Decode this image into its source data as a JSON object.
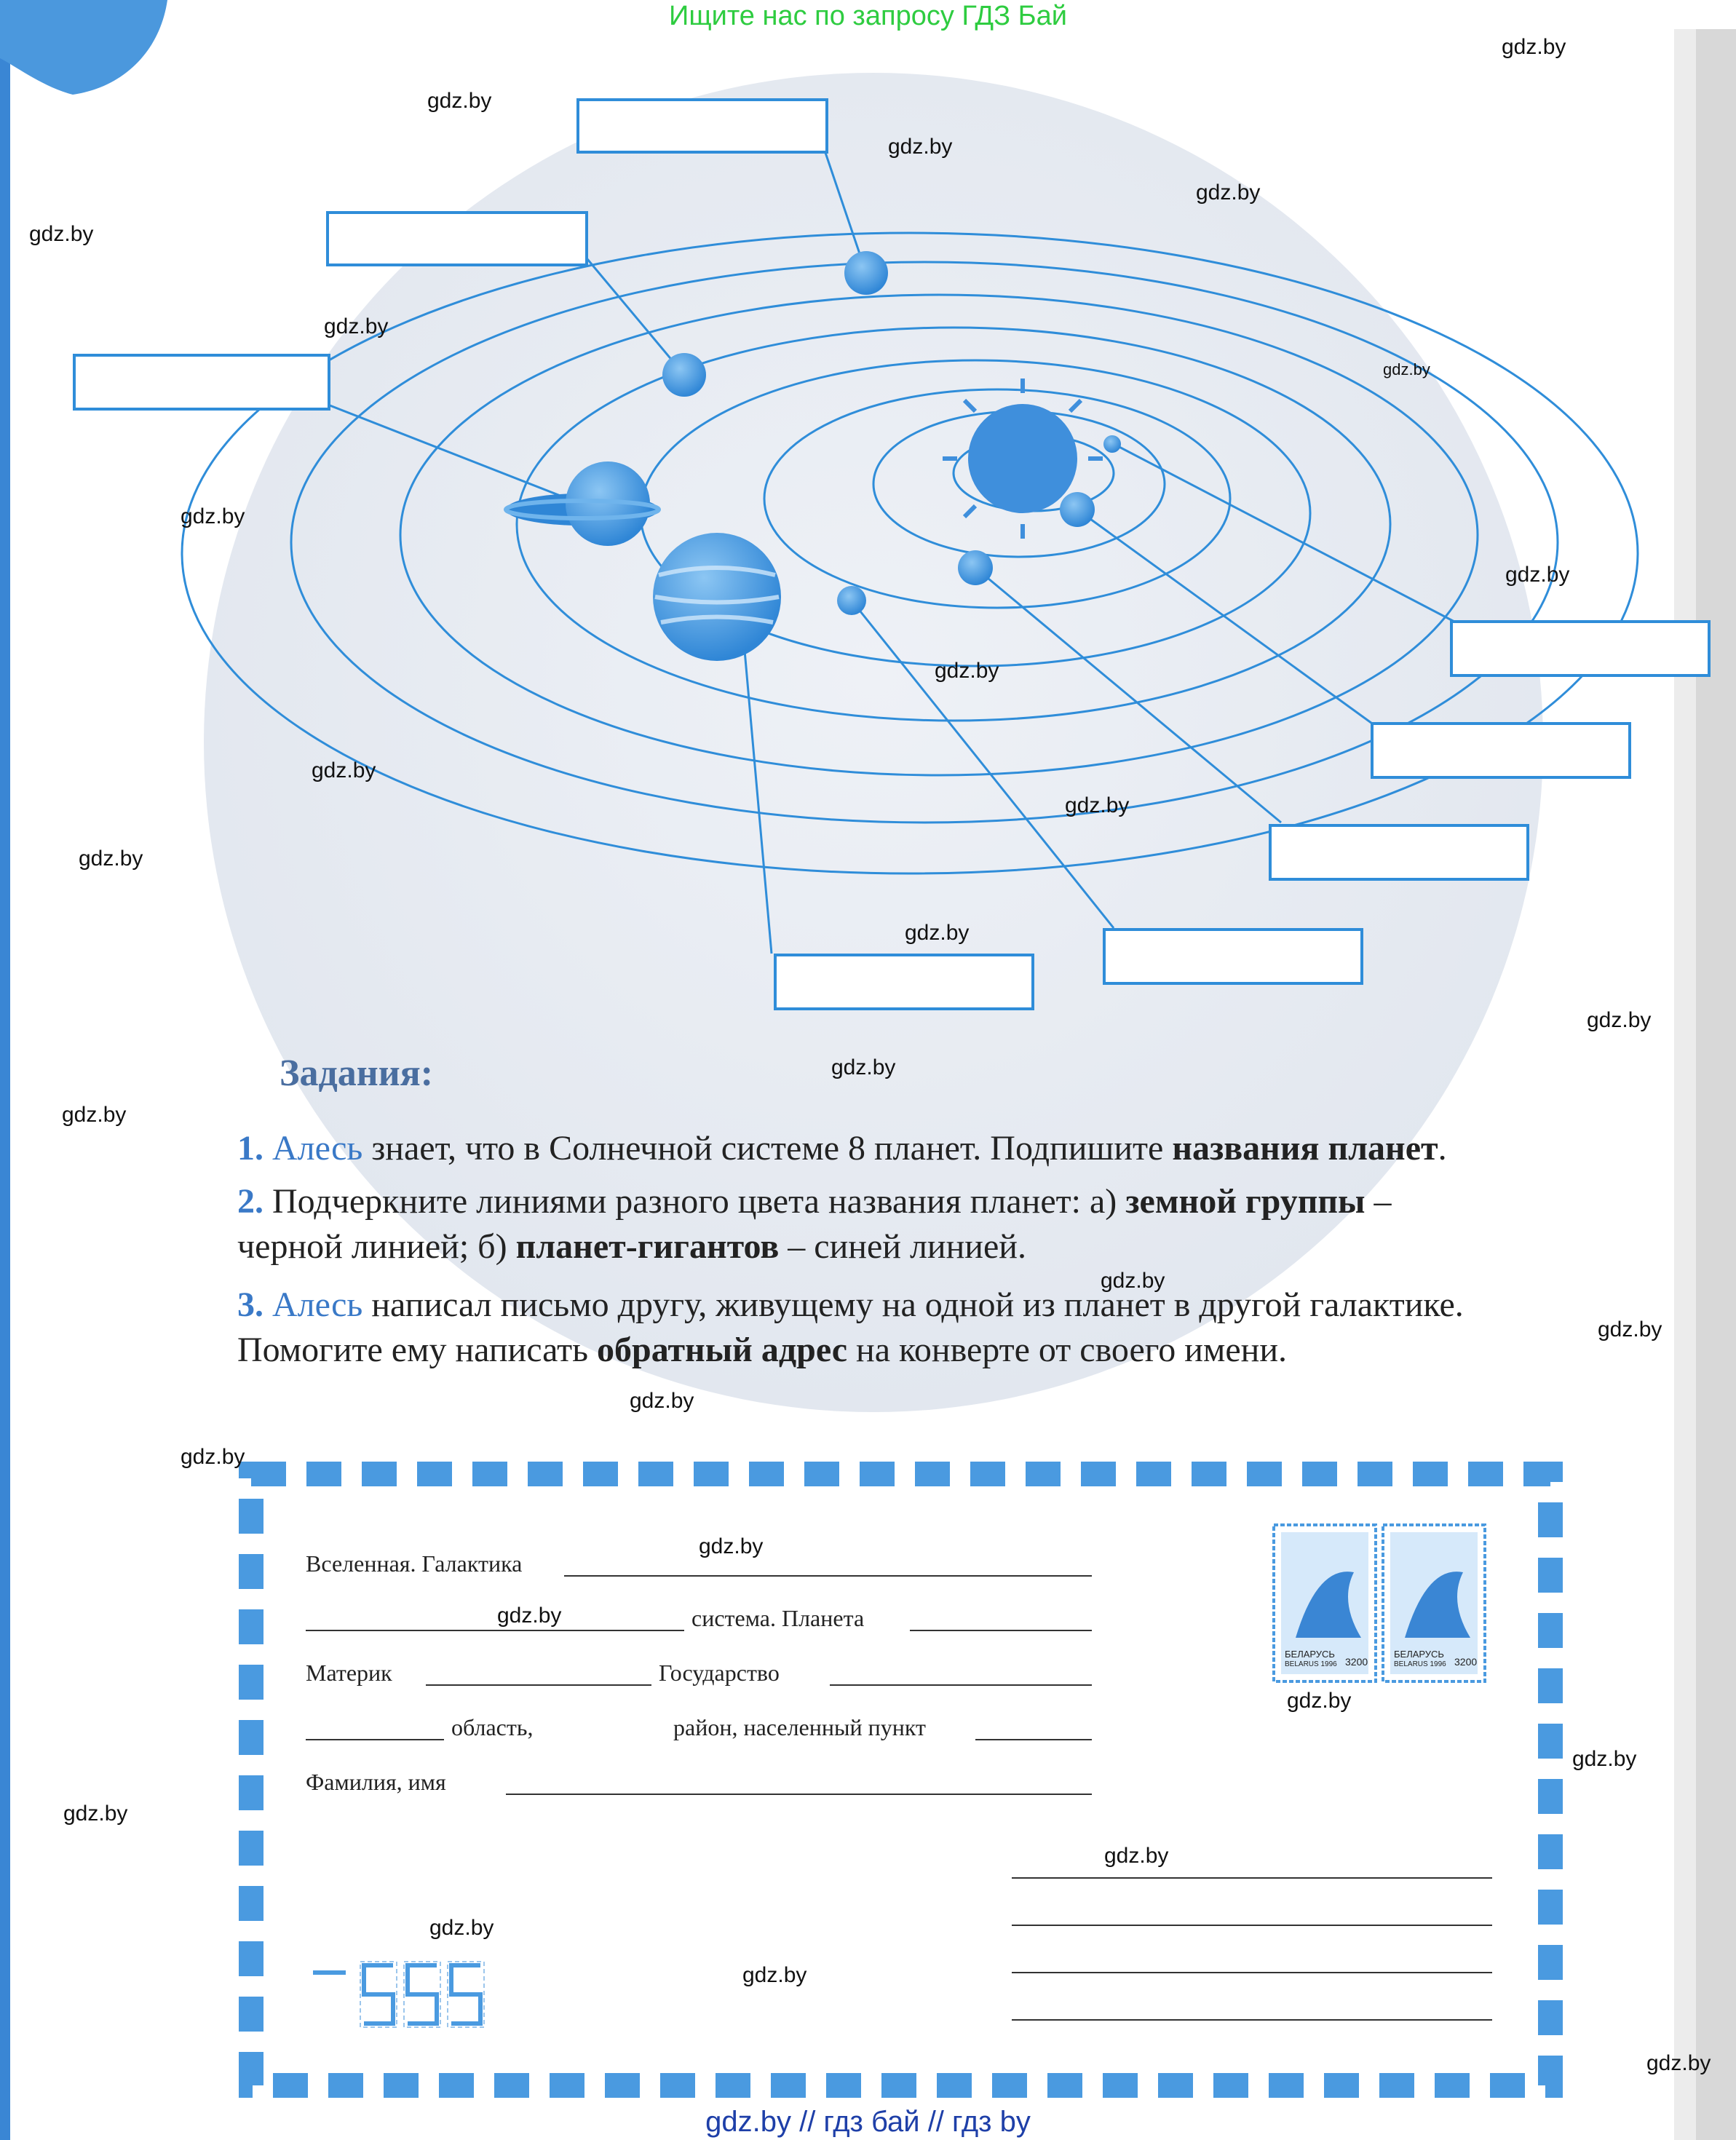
{
  "banner": "Ищите нас по запросу ГДЗ Бай",
  "footer": "gdz.by  //  гдз бай  //  гдз by",
  "watermark": "gdz.by",
  "tasks": {
    "heading": "Задания:",
    "t1_num": "1.",
    "t1_name": "Алесь",
    "t1_text": " знает, что в Солнечной системе 8 планет. Подпишите ",
    "t1_bold": "названия планет",
    "t1_end": ".",
    "t2_num": "2.",
    "t2_text": " Подчеркните линиями разного цвета названия планет: а) ",
    "t2_bold1": "земной группы",
    "t2_mid": " –",
    "t2_line2a": "черной линией; б) ",
    "t2_bold2": "планет-гигантов",
    "t2_line2b": " – синей линией.",
    "t3_num": "3.",
    "t3_name": "Алесь",
    "t3_text": " написал письмо другу, живущему на одной из планет в другой галактике.",
    "t3_line2a": "Помогите ему написать ",
    "t3_bold": "обратный адрес",
    "t3_line2b": " на конверте от своего имени."
  },
  "envelope": {
    "line1": "Вселенная. Галактика",
    "line2": "система. Планета",
    "line3a": "Материк",
    "line3b": "Государство",
    "line4a": "область,",
    "line4b": "район, населенный пункт",
    "line5": "Фамилия, имя",
    "stamp_country": "БЕЛАРУСЬ",
    "stamp_country_lat": "BELARUS 1996",
    "stamp_value": "3200",
    "postcode": "–555"
  },
  "colors": {
    "accent": "#2f8dd9",
    "banner": "#2ecc40",
    "footer": "#1e3fa8"
  }
}
